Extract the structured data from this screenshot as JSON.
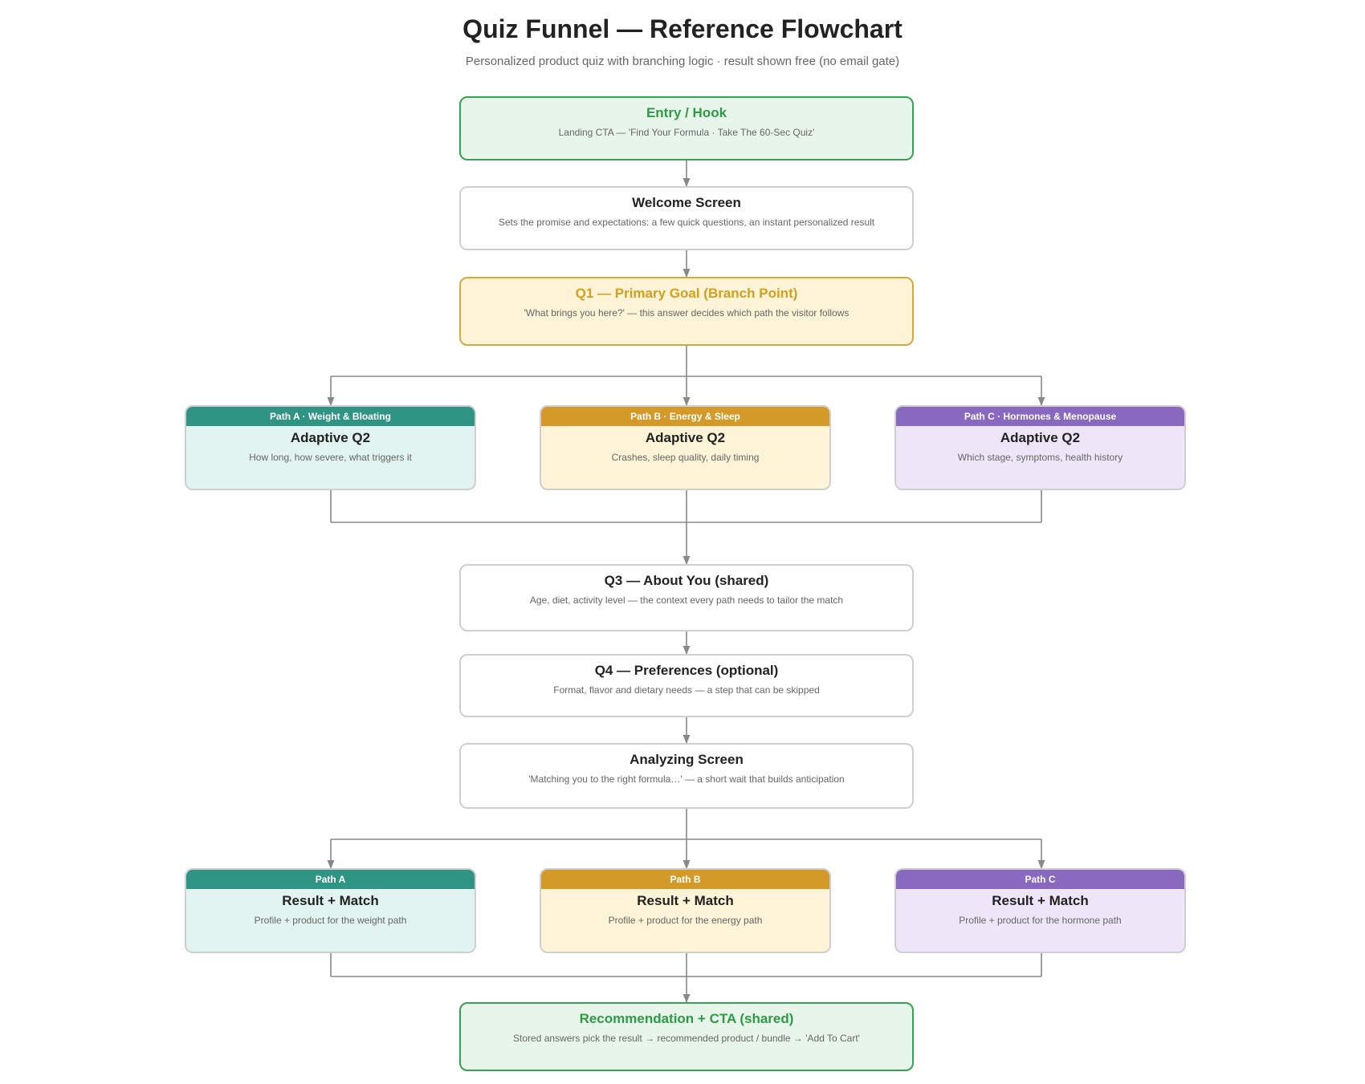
{
  "title": "Quiz Funnel — Reference Flowchart",
  "subtitle": "Personalized product quiz with branching logic · result shown free (no email gate)",
  "nodes": {
    "entry": {
      "title": "Entry / Hook",
      "desc": "Landing CTA — 'Find Your Formula · Take The 60-Sec Quiz'"
    },
    "welcome": {
      "title": "Welcome Screen",
      "desc": "Sets the promise and expectations: a few quick questions, an instant personalized result"
    },
    "q1": {
      "title": "Q1 — Primary Goal  (Branch Point)",
      "desc": "'What brings you here?' — this answer decides which path the visitor follows"
    },
    "q3": {
      "title": "Q3 — About You  (shared)",
      "desc": "Age, diet, activity level — the context every path needs to tailor the match"
    },
    "q4": {
      "title": "Q4 — Preferences  (optional)",
      "desc": "Format, flavor and dietary needs — a step that can be skipped"
    },
    "analyzing": {
      "title": "Analyzing Screen",
      "desc": "'Matching you to the right formula…' — a short wait that builds anticipation"
    },
    "reco": {
      "title": "Recommendation + CTA  (shared)",
      "desc": "Stored answers pick the result → recommended product / bundle → 'Add To Cart'"
    }
  },
  "q2_paths": [
    {
      "tag": "Path A · Weight & Bloating",
      "title": "Adaptive Q2",
      "desc": "How long, how severe, what triggers it"
    },
    {
      "tag": "Path B · Energy & Sleep",
      "title": "Adaptive Q2",
      "desc": "Crashes, sleep quality, daily timing"
    },
    {
      "tag": "Path C · Hormones & Menopause",
      "title": "Adaptive Q2",
      "desc": "Which stage, symptoms, health history"
    }
  ],
  "result_paths": [
    {
      "tag": "Path A",
      "title": "Result + Match",
      "desc": "Profile + product for the weight path"
    },
    {
      "tag": "Path B",
      "title": "Result + Match",
      "desc": "Profile + product for the energy path"
    },
    {
      "tag": "Path C",
      "title": "Result + Match",
      "desc": "Profile + product for the hormone path"
    }
  ],
  "colors": {
    "path_a": "#2f9484",
    "path_b": "#d39a29",
    "path_c": "#8968c0",
    "entry_green": "#36a152",
    "branch_yellow": "#d5a93a",
    "connector": "#888888"
  }
}
